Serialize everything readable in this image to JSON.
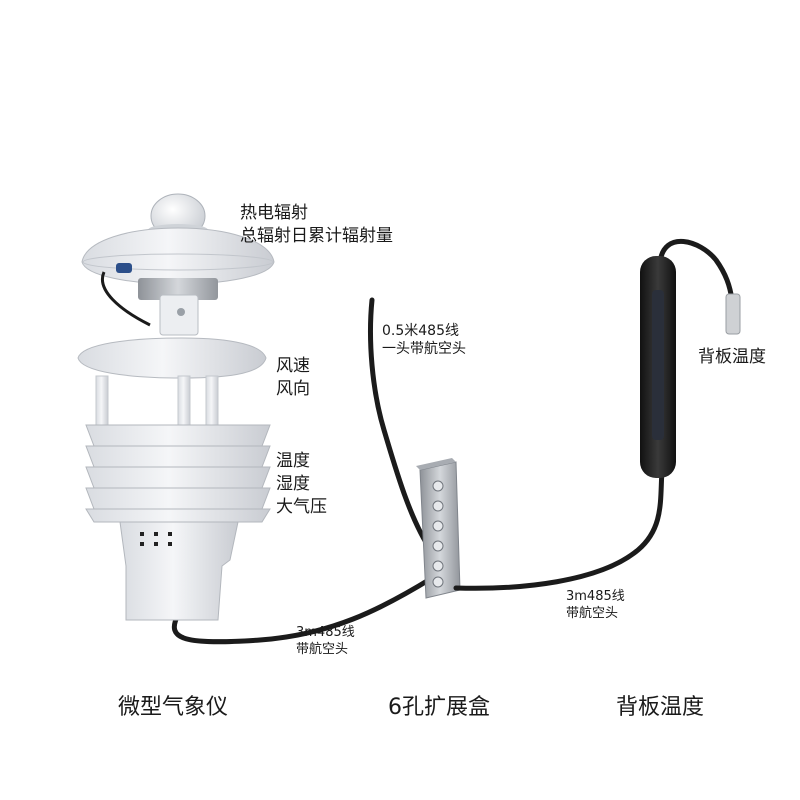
{
  "labels": {
    "radiation": [
      "热电辐射",
      "总辐射日累计辐射量"
    ],
    "wind": [
      "风速",
      "风向"
    ],
    "climate": [
      "温度",
      "湿度",
      "大气压"
    ],
    "cable_top": [
      "0.5米485线",
      "一头带航空头"
    ],
    "cable_bottom_left": [
      "3m485线",
      "带航空头"
    ],
    "cable_bottom_right": [
      "3m485线",
      "带航空头"
    ],
    "back_temp": "背板温度"
  },
  "captions": {
    "station": "微型气象仪",
    "box": "6孔扩展盒",
    "back_temp": "背板温度"
  },
  "colors": {
    "cable": "#1b1b1b",
    "metal": "#b9bcc0",
    "shell": "#eef0f3",
    "dark_probe": "#222222"
  }
}
